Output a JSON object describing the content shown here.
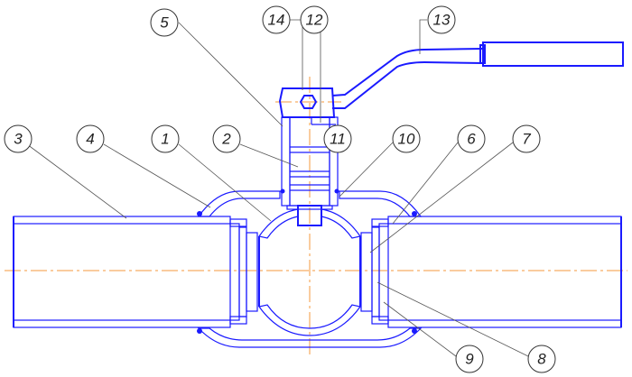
{
  "diagram": {
    "title": "Ball valve cross-section",
    "callouts": [
      {
        "id": "3",
        "text": "3"
      },
      {
        "id": "4",
        "text": "4"
      },
      {
        "id": "1",
        "text": "1"
      },
      {
        "id": "2",
        "text": "2"
      },
      {
        "id": "11",
        "text": "11"
      },
      {
        "id": "10",
        "text": "10"
      },
      {
        "id": "6",
        "text": "6"
      },
      {
        "id": "7",
        "text": "7"
      },
      {
        "id": "5",
        "text": "5"
      },
      {
        "id": "14",
        "text": "14"
      },
      {
        "id": "12",
        "text": "12"
      },
      {
        "id": "13",
        "text": "13"
      },
      {
        "id": "9",
        "text": "9"
      },
      {
        "id": "8",
        "text": "8"
      }
    ],
    "colors": {
      "outline": "#1a1aff",
      "centerline": "#f59a3c",
      "leader": "#555555"
    }
  }
}
